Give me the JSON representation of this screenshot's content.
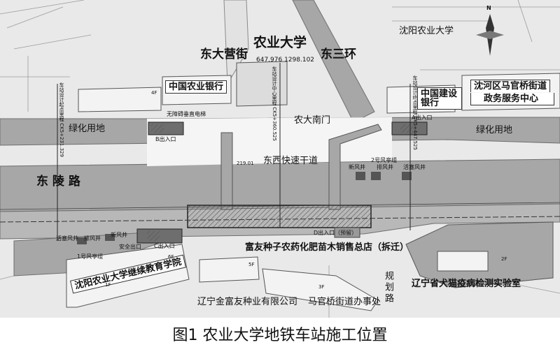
{
  "caption": "图1 农业大学地铁车站施工位置",
  "labels": {
    "university": "农业大学",
    "coords": "647.976 1298.102",
    "dongdayingjie": "东大营街",
    "dongsanhuan": "东三环",
    "shenyang_agri_univ": "沈阳农业大学",
    "abc_bank": "中国农业银行",
    "ccb_bank": "中国建设银行",
    "gov_center_1": "沈河区马官桥街道",
    "gov_center_2": "政务服务中心",
    "green_left": "绿化用地",
    "green_right": "绿化用地",
    "south_gate": "农大南门",
    "expressway": "东西快速干道",
    "donglinglu": "东 陵 路",
    "elevator": "无障碍垂直电梯",
    "exit_b": "B出入口",
    "exit_a": "A出入口",
    "exit_c": "C出入口",
    "exit_d": "D出入口（预留）",
    "fengjing_2": "2号风亭组",
    "fengjing_1": "1号风亭组",
    "xinfengjing": "新风井",
    "paifengjing": "排风井",
    "huosaifengjing": "活塞风井",
    "safety_exit": "安全出口",
    "seed_shop": "富友种子农药化肥苗木销售总店（拆迁）",
    "continuing_edu": "沈阳农业大学继续教育学院",
    "jinfuyou": "辽宁金富友种业有限公司",
    "maguanqiao_office": "马官桥街道办事处",
    "lab": "辽宁省犬猫疫病检测实验室",
    "planned_road": "规划路",
    "left_mileage": "车站设计起点里程 CK5+231.329",
    "center_mileage": "车站设计中心里程 CK5+360.525",
    "right_mileage": "车站设计终点里程 CK5+447.525",
    "f_4f": "4F",
    "f_5f": "5F",
    "f_6f": "6F",
    "f_3f": "3F",
    "f_2f": "2F",
    "f_1f": "1F",
    "elev": "219.01",
    "north": "N"
  },
  "colors": {
    "road_fill": "#a7a7a7",
    "road_edge": "#6e6e6e",
    "ground": "#e9e9e9",
    "station": "#8f8f8f",
    "building": "#f3f3f3"
  }
}
